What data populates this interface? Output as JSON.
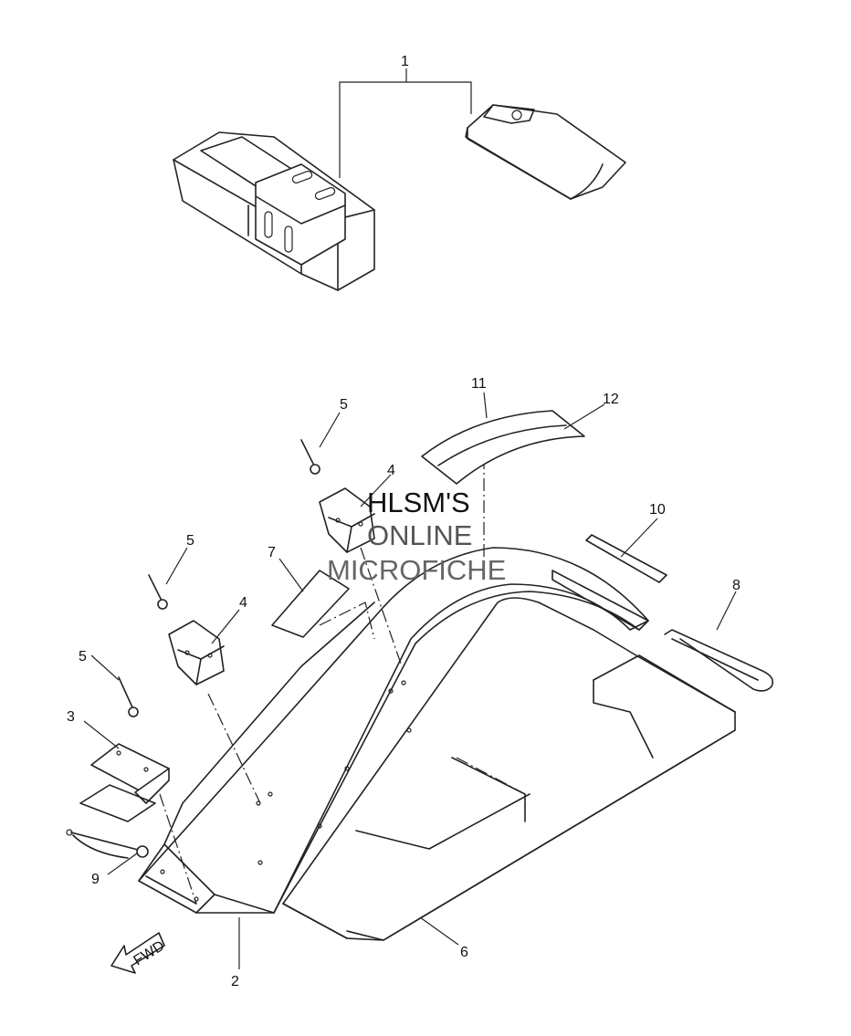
{
  "callouts": [
    {
      "id": "c1",
      "text": "1"
    },
    {
      "id": "c2",
      "text": "2"
    },
    {
      "id": "c3",
      "text": "3"
    },
    {
      "id": "c4a",
      "text": "4"
    },
    {
      "id": "c4b",
      "text": "4"
    },
    {
      "id": "c5a",
      "text": "5"
    },
    {
      "id": "c5b",
      "text": "5"
    },
    {
      "id": "c5c",
      "text": "5"
    },
    {
      "id": "c6",
      "text": "6"
    },
    {
      "id": "c7",
      "text": "7"
    },
    {
      "id": "c8",
      "text": "8"
    },
    {
      "id": "c9",
      "text": "9"
    },
    {
      "id": "c10",
      "text": "10"
    },
    {
      "id": "c11",
      "text": "11"
    },
    {
      "id": "c12",
      "text": "12"
    }
  ],
  "fwd_label": "FWD",
  "watermark": {
    "line1": "HLSM'S",
    "line2": "ONLINE",
    "line3": "MICROFICHE",
    "line1_color": "#111111",
    "line2_color": "#555555",
    "line3_color": "#666666"
  }
}
